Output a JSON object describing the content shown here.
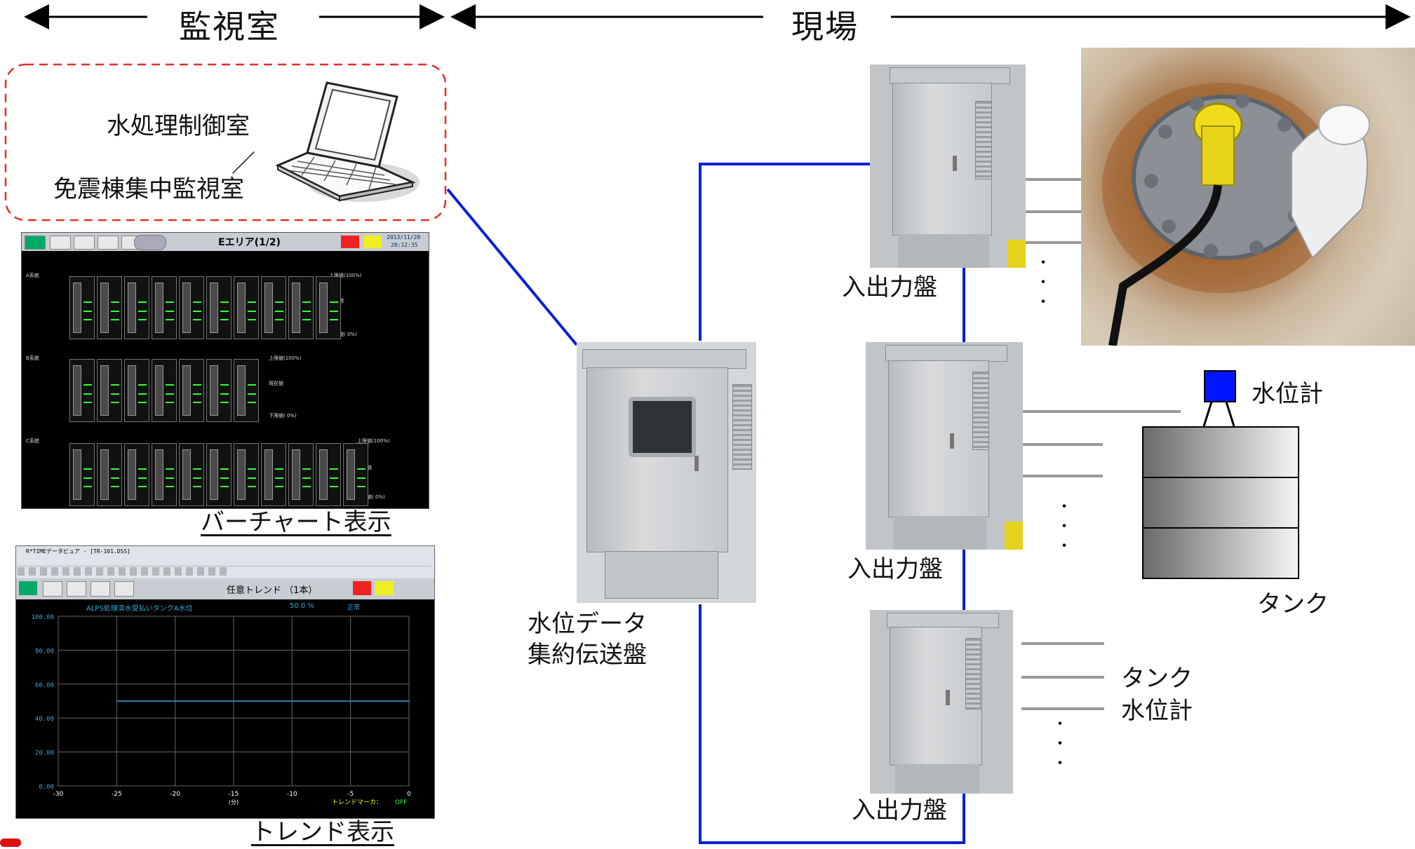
{
  "headers": {
    "left": "監視室",
    "right": "現場"
  },
  "monitor_room": {
    "room_line1": "水処理制御室",
    "slash": "／",
    "room_line2": "免震棟集中監視室"
  },
  "bar_screen": {
    "title": "Eエリア(1/2)",
    "caption": "バーチャート表示",
    "date": "2013/11/20",
    "time": "20:12:35",
    "row_labels": [
      "A系統",
      "B系統",
      "C系統"
    ],
    "status_labels": [
      "上限値(100%)",
      "現在値",
      "下限値( 0%)"
    ]
  },
  "trend_screen": {
    "window_title": "R*TIMEデータビュア - [TR-101.DSS]",
    "title": "任意トレンド （1本）",
    "series_label": "ALPS処理済水受払いタンクA水位",
    "series_value": "50.0 %",
    "status": "正常",
    "y_ticks": [
      "100.00",
      "80.00",
      "60.00",
      "40.00",
      "20.00",
      "0.00"
    ],
    "x_ticks": [
      "-30",
      "-25",
      "-20",
      "-15",
      "-10",
      "-5",
      "0"
    ],
    "x_unit": "(分)",
    "marker_label": "トレンドマーカ：",
    "marker_state": "OFF",
    "caption": "トレンド表示",
    "level_pct": 0.5
  },
  "field": {
    "aggregator_line1": "水位データ",
    "aggregator_line2": "集約伝送盤",
    "io_panel": "入出力盤",
    "level_gauge": "水位計",
    "tank": "タンク",
    "tank_gauge_line1": "タンク",
    "tank_gauge_line2": "水位計",
    "ellipsis": "・"
  },
  "colors": {
    "network_line": "#0a1fd6",
    "dashed_box": "#e0302a",
    "sensor": "#0015ff",
    "trend_line": "#3aa7d9"
  }
}
